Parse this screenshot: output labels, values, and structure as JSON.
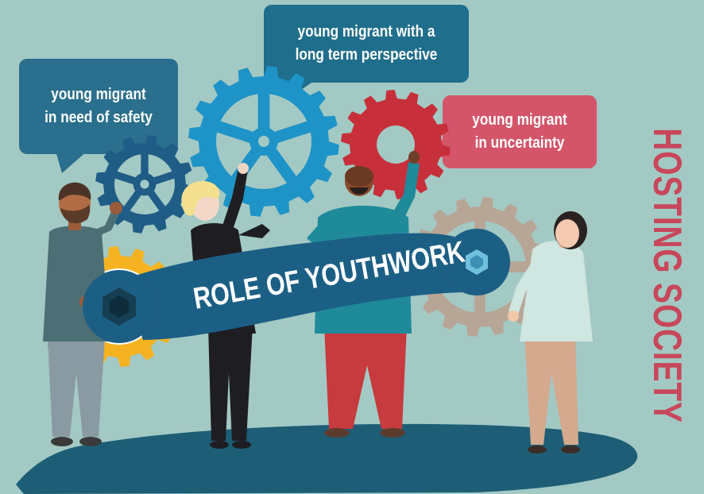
{
  "side_title": "HOSTING SOCIETY",
  "center_label": "ROLE OF YOUTHWORK",
  "bubbles": {
    "safety": "young migrant\nin need of safety",
    "long_term": "young migrant with a\nlong term perspective",
    "uncertainty": "young migrant\nin uncertainty"
  },
  "colors": {
    "background": "#a3c9c4",
    "ground": "#1d5e76",
    "bubble_safety": "#2a6f8d",
    "bubble_long_term": "#1f6e8c",
    "bubble_uncertainty": "#d4556a",
    "side_title": "#c8475a",
    "wrench": "#1c5f85",
    "gear_yellow": "#f5b321",
    "gear_dark_blue": "#1f5c86",
    "gear_light_blue": "#1e93c7",
    "gear_red": "#c72f3a",
    "gear_tan": "#b7a596"
  }
}
